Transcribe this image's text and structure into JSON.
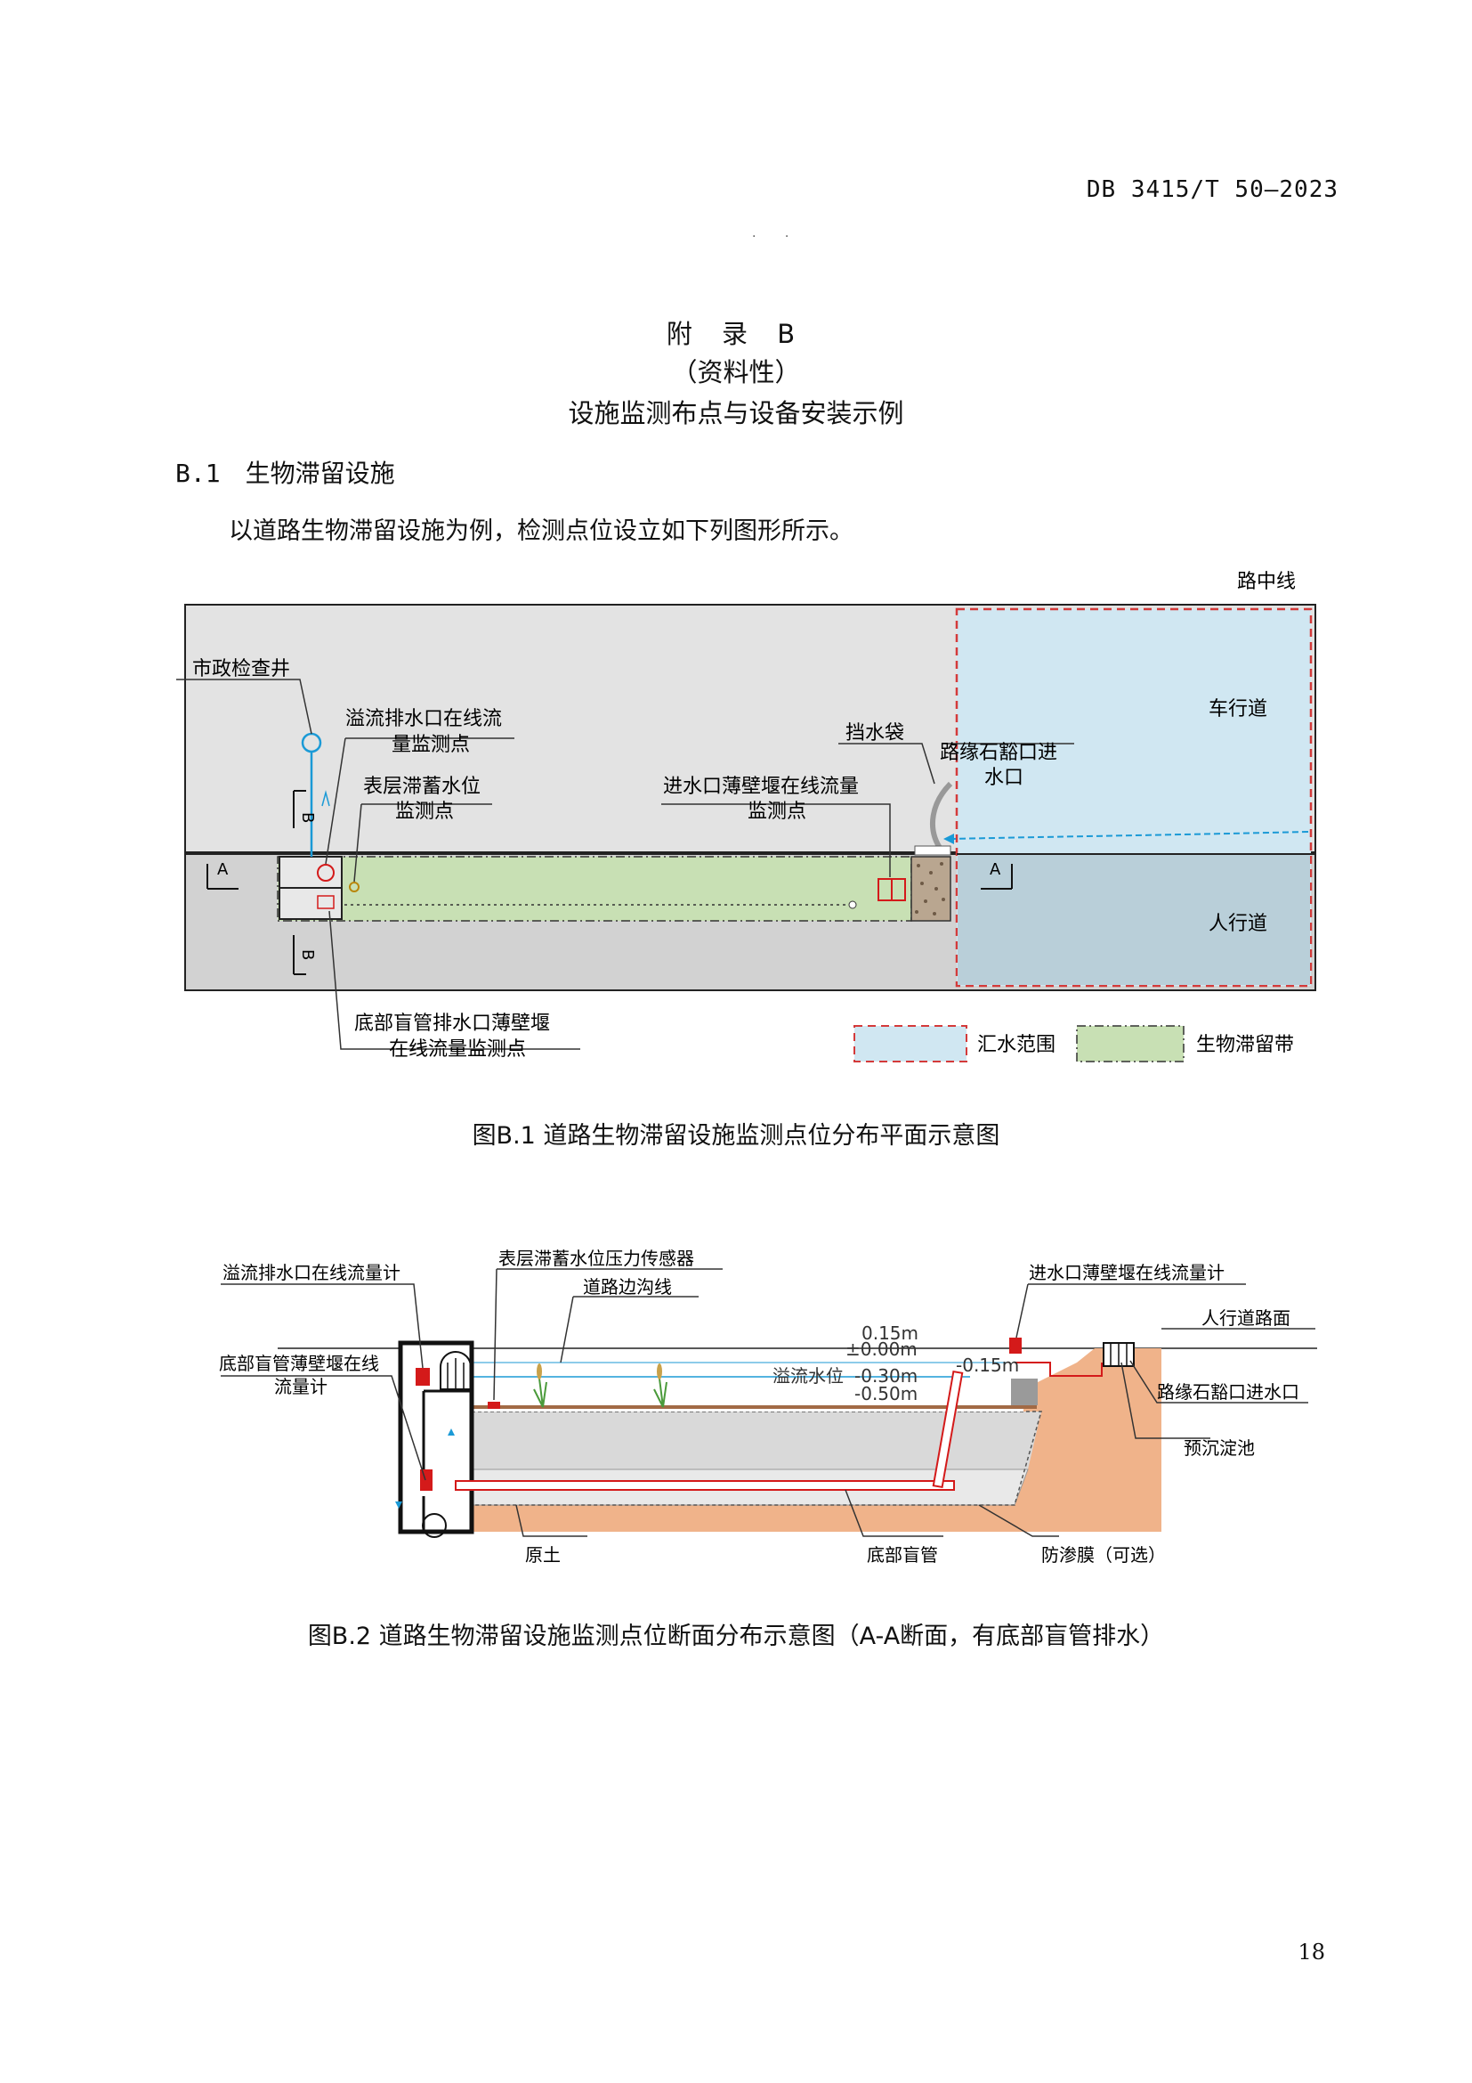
{
  "header": {
    "doc_code": "DB 3415/T 50—2023",
    "dots": "· ·"
  },
  "appendix": {
    "label": "附 录 B",
    "nature": "（资料性）",
    "title": "设施监测布点与设备安装示例"
  },
  "section": {
    "number": "B.1",
    "title": "生物滞留设施"
  },
  "intro": "以道路生物滞留设施为例，检测点位设立如下列图形所示。",
  "figure1": {
    "caption": "图B.1 道路生物滞留设施监测点位分布平面示意图",
    "labels": {
      "road_center": "路中线",
      "manhole": "市政检查井",
      "overflow_1": "溢流排水口在线流",
      "overflow_2": "量监测点",
      "surface_1": "表层滞蓄水位",
      "surface_2": "监测点",
      "inlet_weir_1": "进水口薄壁堰在线流量",
      "inlet_weir_2": "监测点",
      "water_bag": "挡水袋",
      "curb_inlet_1": "路缘石豁口进",
      "curb_inlet_2": "水口",
      "carriageway": "车行道",
      "sidewalk": "人行道",
      "section_a": "A",
      "section_b": "B",
      "underdrain_1": "底部盲管排水口薄壁堰",
      "underdrain_2": "在线流量监测点",
      "legend_catchment": "汇水范围",
      "legend_bio": "生物滞留带"
    },
    "colors": {
      "catchment_fill": "#d3e8f2",
      "bio_fill": "#c8e0b4",
      "road_fill": "#dcdcdc",
      "monitor_red": "#d41a1a",
      "pipe_blue": "#1b9ad6"
    }
  },
  "figure2": {
    "caption": "图B.2 道路生物滞留设施监测点位断面分布示意图（A-A断面，有底部盲管排水）",
    "labels": {
      "overflow_meter": "溢流排水口在线流量计",
      "surface_sensor": "表层滞蓄水位压力传感器",
      "gutter_line": "道路边沟线",
      "inlet_meter": "进水口薄壁堰在线流量计",
      "sidewalk_surface": "人行道路面",
      "underdrain_meter_1": "底部盲管薄壁堰在线",
      "underdrain_meter_2": "流量计",
      "level_015": "0.15m",
      "level_000": "±0.00m",
      "overflow_level": "溢流水位",
      "level_m030": "-0.30m",
      "level_m050": "-0.50m",
      "level_m015": "-0.15m",
      "curb_inlet": "路缘石豁口进水口",
      "presed_pond": "预沉淀池",
      "native_soil": "原土",
      "underdrain": "底部盲管",
      "liner": "防渗膜（可选）"
    },
    "colors": {
      "soil": "#f0b38a",
      "gravel": "#d9d9d9",
      "water_line": "#1b9ad6",
      "monitor_red": "#d41a1a"
    }
  },
  "page_number": "18"
}
